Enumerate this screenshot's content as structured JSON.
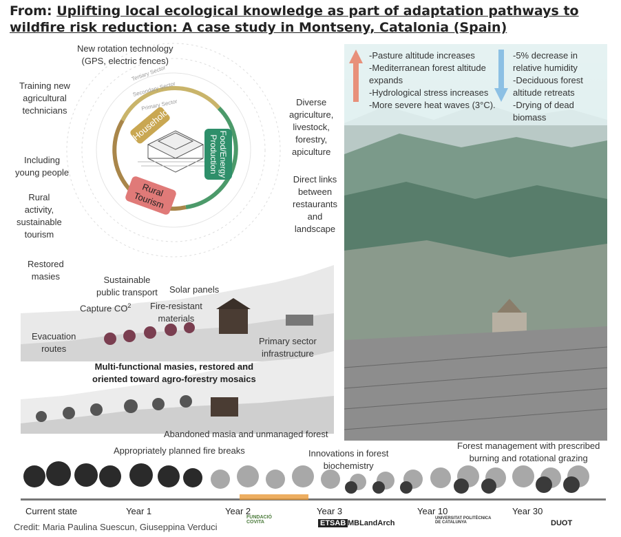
{
  "header": {
    "lead": "From:",
    "title": "Uplifting local ecological knowledge as part of adaptation pathways to wildfire risk reduction: A case study in Montseny, Catalonia (Spain)"
  },
  "wheel": {
    "household": "Household",
    "production": "Food/Energy Production",
    "tourism": "Rural Tourism",
    "primary_sector": "Primary Sector",
    "secondary_sector": "Secondary Sector",
    "tertiary_sector": "Tertiary Sector",
    "colors": {
      "household": "#a9864a",
      "production": "#2e8f6a",
      "tourism": "#e07a78"
    }
  },
  "labels": {
    "rotation": "New rotation technology\n(GPS, electric fences)",
    "training": "Training new\nagricultural\ntechnicians",
    "young": "Including\nyoung people",
    "rural": "Rural\nactivity,\nsustainable\ntourism",
    "restored": "Restored\nmasies",
    "transport": "Sustainable\npublic transport",
    "capture": "Capture CO",
    "capture_sup": "2",
    "diverse": "Diverse\nagriculture,\nlivestock,\nforestry,\napiculture",
    "direct": "Direct links\nbetween\nrestaurants\nand\nlandscape",
    "solar": "Solar panels",
    "fire_res": "Fire-resistant\nmaterials",
    "evacuation": "Evacuation\nroutes",
    "primary_infra": "Primary sector\ninfrastructure",
    "multi": "Multi-functional masies, restored and\noriented toward agro-forestry mosaics",
    "abandoned": "Abandoned masia and unmanaged forest"
  },
  "climate": {
    "up": "-Pasture altitude increases\n-Mediterranean forest altitude\n expands\n-Hydrological stress increases\n-More severe heat waves (3°C).",
    "down": "-5% decrease in\nrelative humidity\n-Deciduous forest\naltitude retreats\n-Drying of dead\nbiomass",
    "up_color": "#e8907a",
    "down_color": "#8cc0e4"
  },
  "timeline": {
    "fire_breaks": "Appropriately planned fire breaks",
    "innovations": "Innovations in forest\nbiochemistry",
    "forest_mgmt": "Forest management with prescribed\nburning and rotational grazing",
    "stages": [
      "Current state",
      "Year 1",
      "Year 2",
      "Year 3",
      "Year 10",
      "Year 30"
    ]
  },
  "footer": {
    "credit": "Credit: Maria Paulina Suescun, Giuseppina Verduci",
    "logos": [
      "FUNDACIÓ COVITA",
      "ETSAB",
      "MBLandArch",
      "UNIVERSITAT POLITÈCNICA DE CATALUNYA",
      "DUOT"
    ]
  }
}
